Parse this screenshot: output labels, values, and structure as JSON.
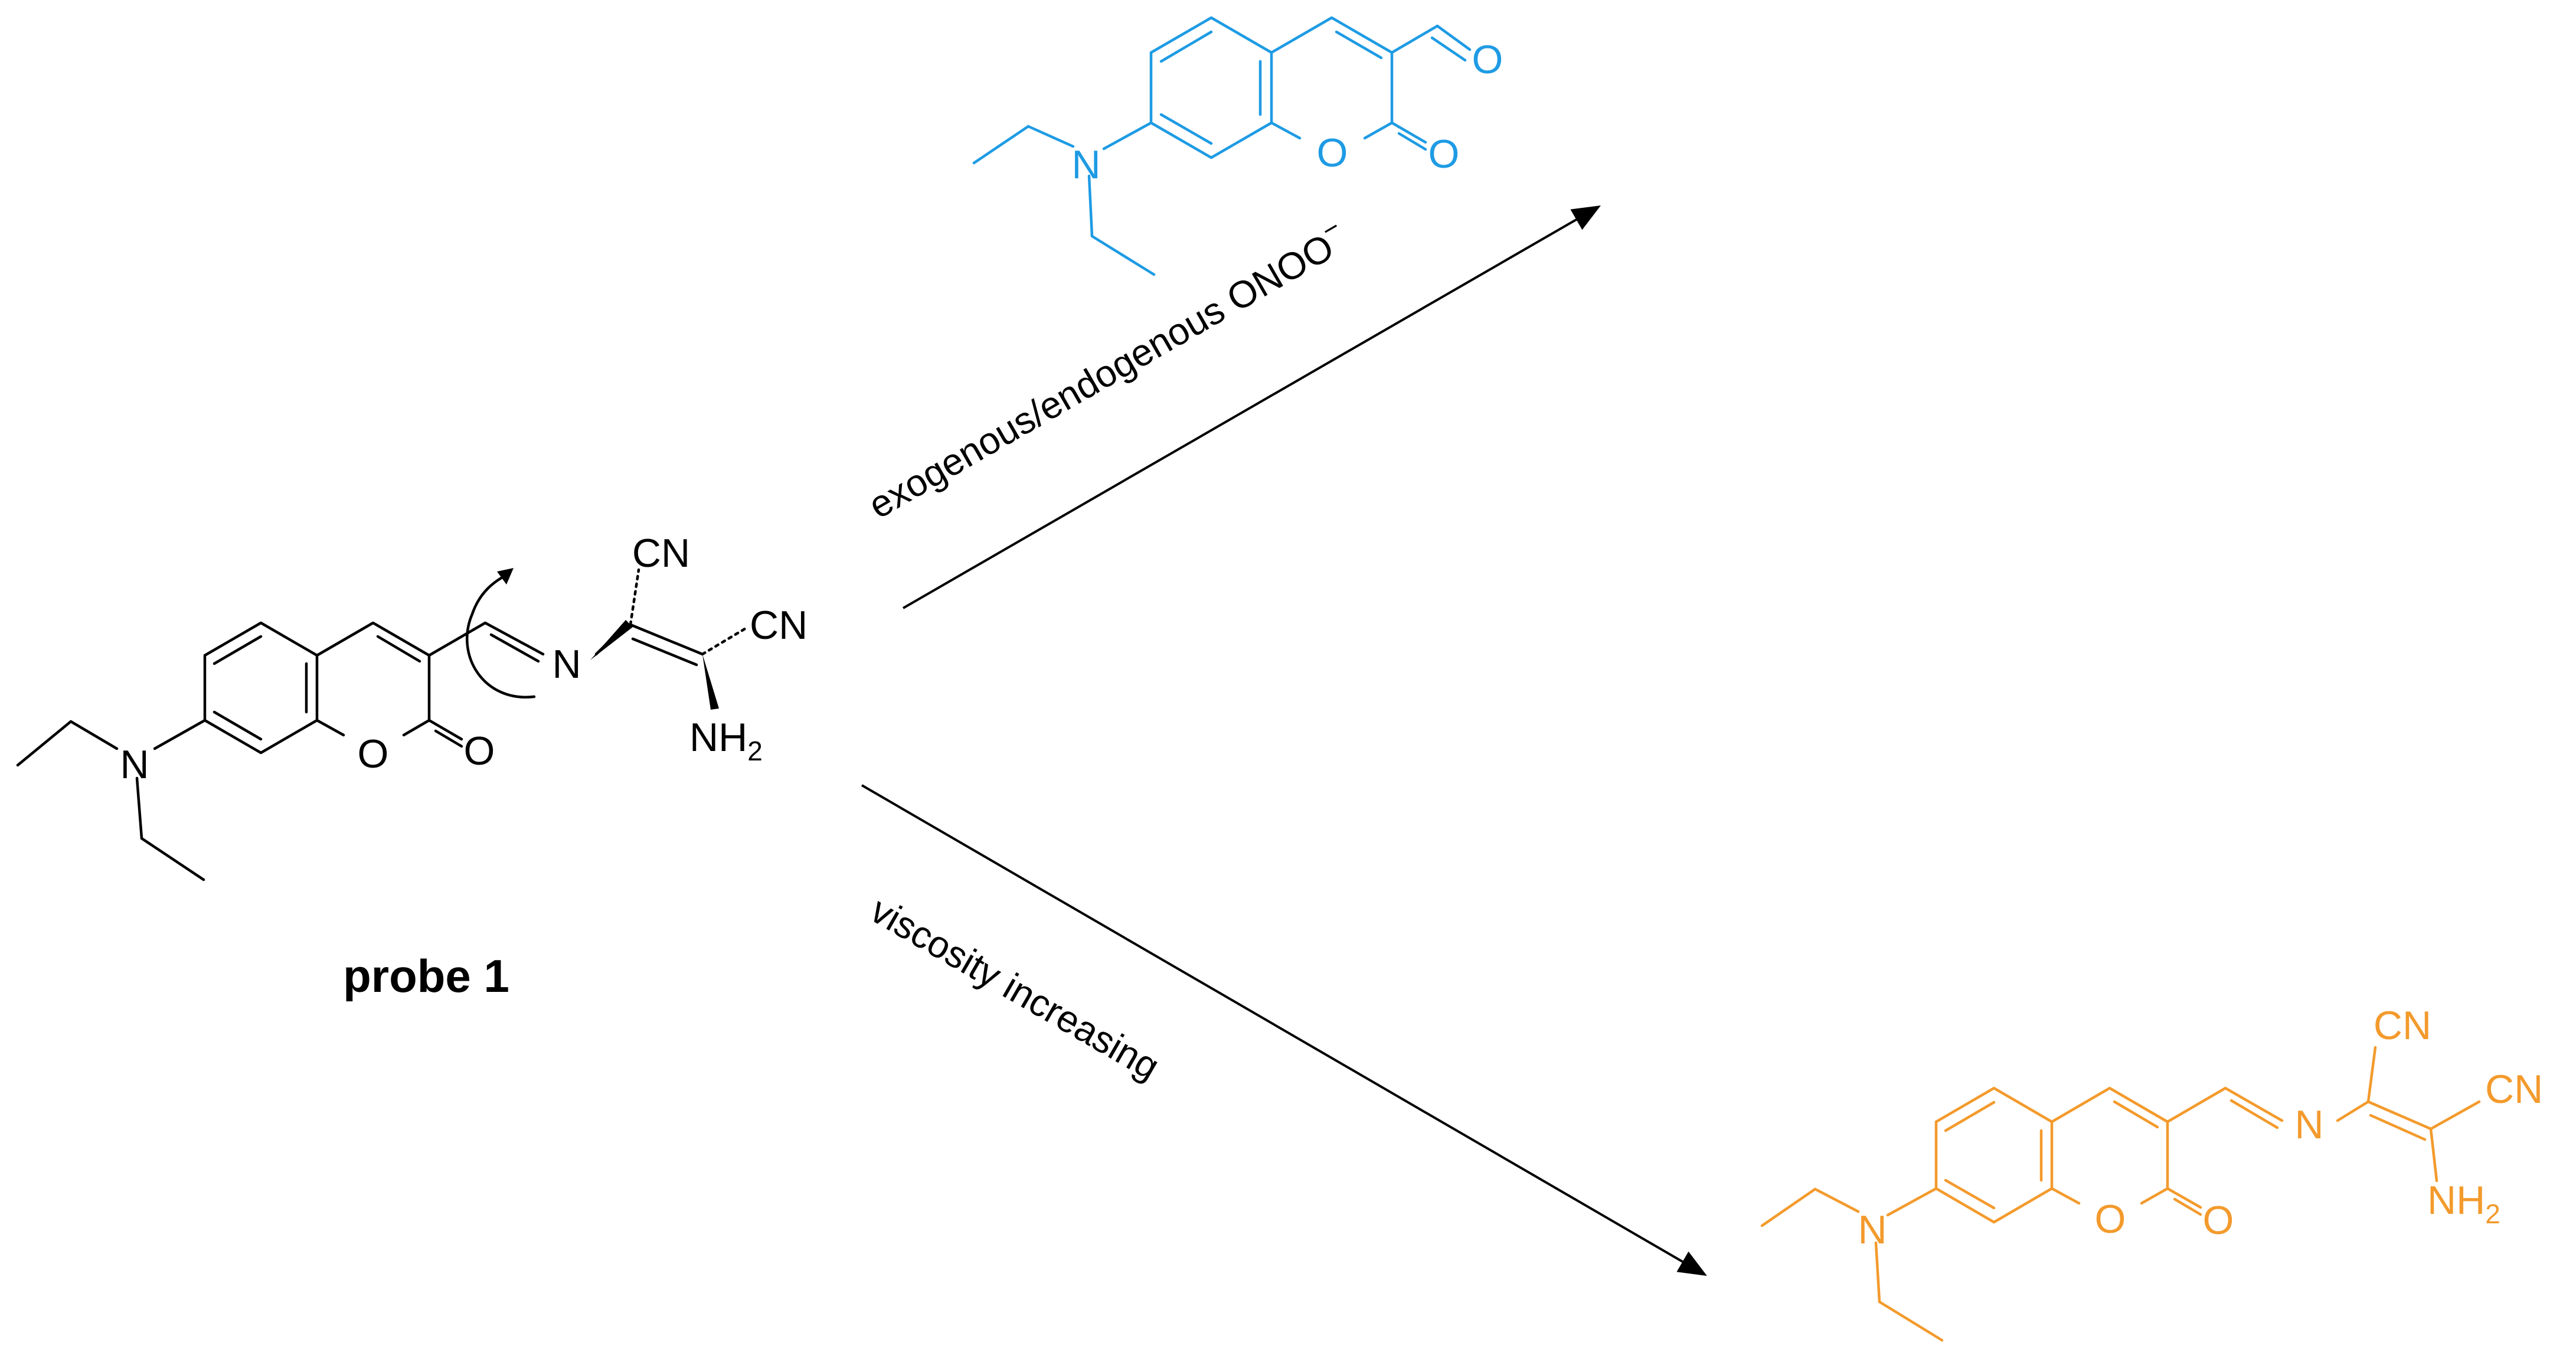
{
  "colors": {
    "probe": "#000000",
    "oxidation_product": "#1e9be4",
    "viscosity_product": "#f39a2c",
    "arrow": "#000000"
  },
  "probe": {
    "name": "probe 1",
    "atoms": {
      "N_amine": "N",
      "O_ring": "O",
      "O_carbonyl": "O",
      "N_imine": "N",
      "CN_top": "CN",
      "CN_right": "CN",
      "NH2_main": "NH",
      "NH2_sub": "2"
    }
  },
  "product_oxidation": {
    "atoms": {
      "N_amine": "N",
      "O_ring": "O",
      "O_carbonyl": "O",
      "O_aldehyde": "O"
    }
  },
  "product_viscosity": {
    "atoms": {
      "N_amine": "N",
      "O_ring": "O",
      "O_carbonyl": "O",
      "N_imine": "N",
      "CN_top": "CN",
      "CN_right": "CN",
      "NH2_main": "NH",
      "NH2_sub": "2"
    }
  },
  "conditions": {
    "upper": {
      "text": "exogenous/endogenous ONOO",
      "superscript": "−"
    },
    "lower": {
      "text": "viscosity increasing"
    }
  }
}
